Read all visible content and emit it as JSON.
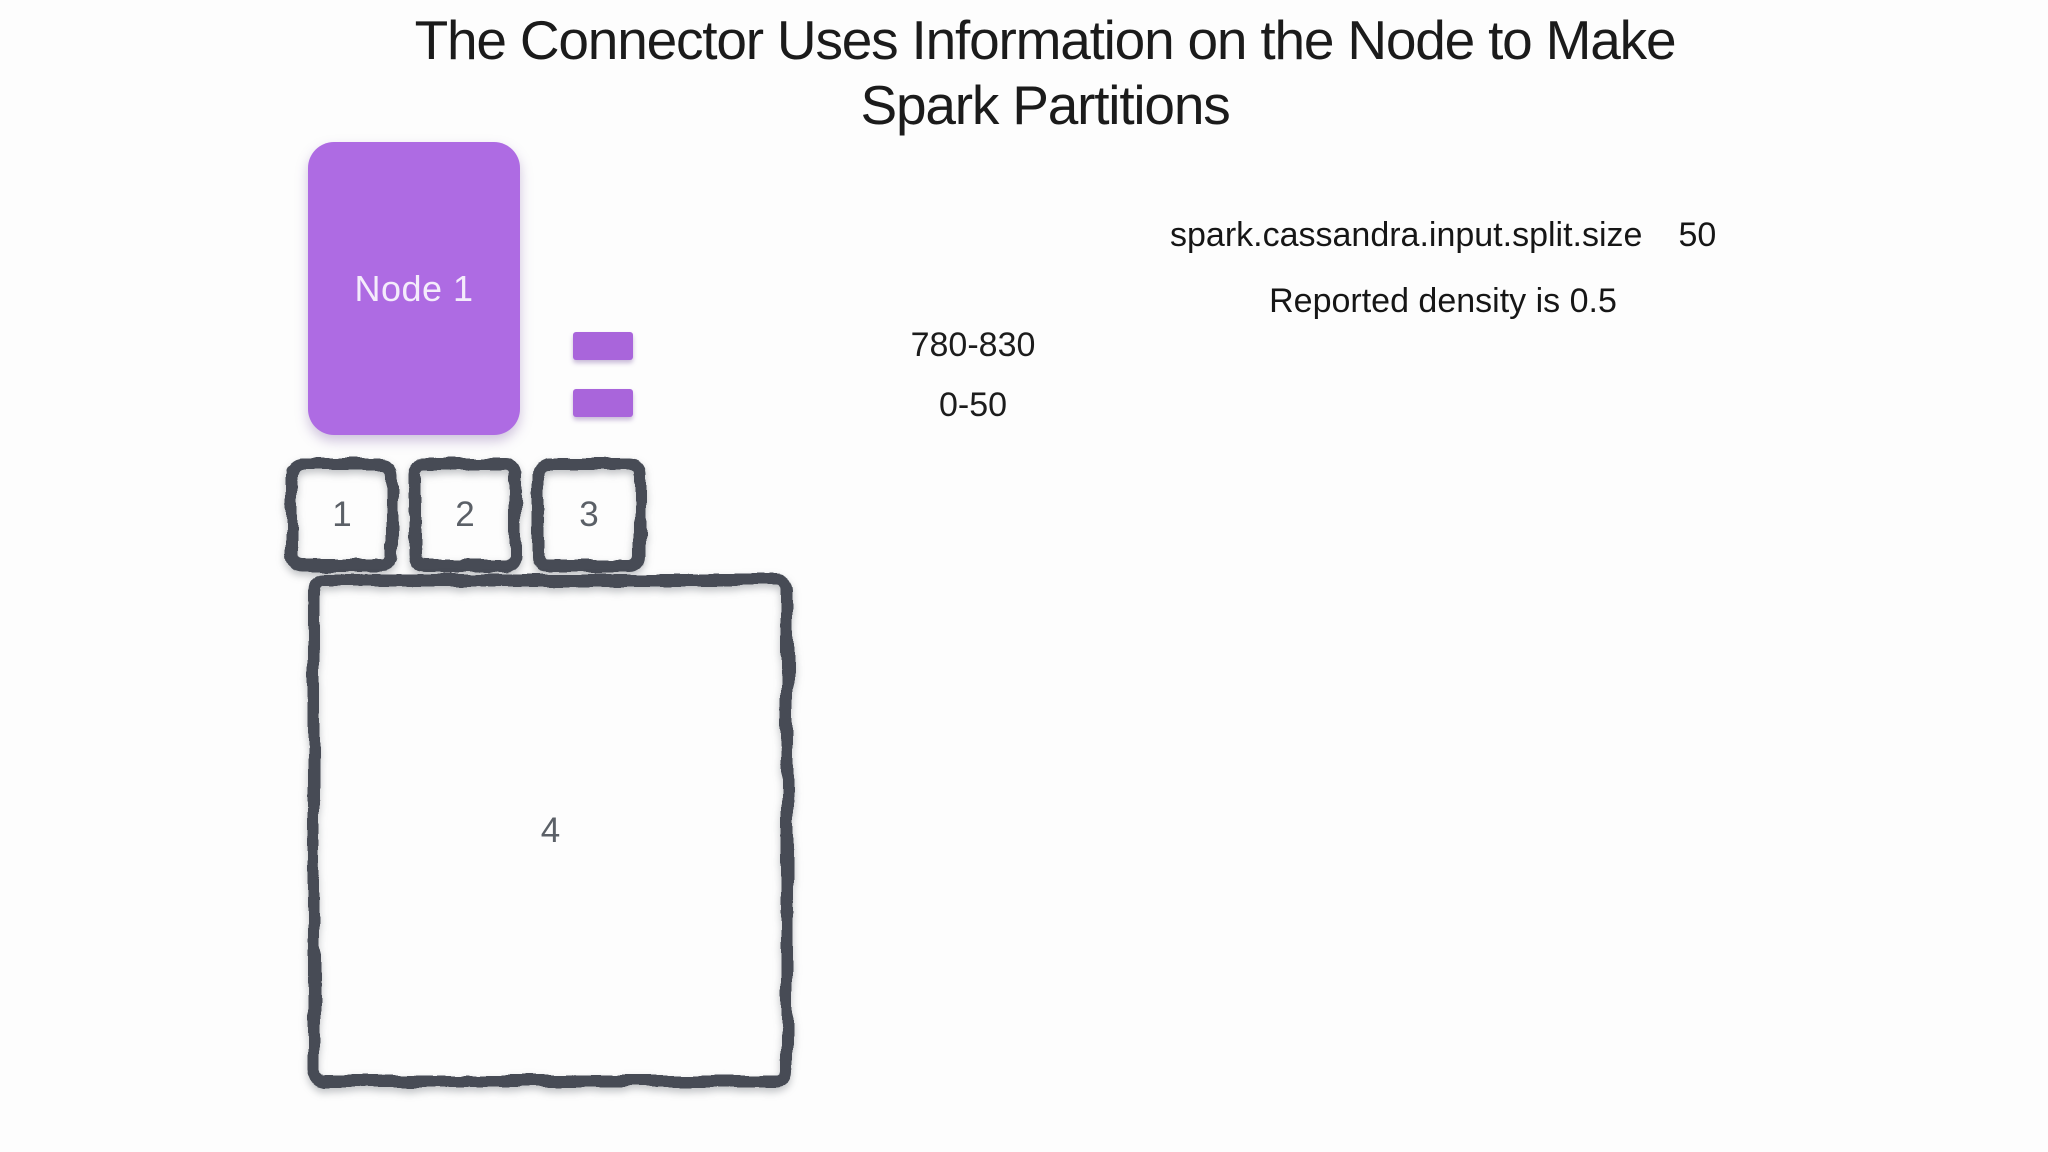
{
  "colors": {
    "background": "#fdfdfd",
    "node_fill": "#AE6BE3",
    "chip_fill": "#A965DB",
    "sketch_border": "#474C55",
    "number_text": "#5B6067",
    "title_text": "#1b1b1b",
    "node_label_text": "#F4ECFB"
  },
  "title": {
    "line1": "The Connector Uses Information on the Node to Make",
    "line2": "Spark Partitions"
  },
  "node": {
    "label": "Node 1"
  },
  "token_splits": [
    {
      "range": "780-830"
    },
    {
      "range": "0-50"
    }
  ],
  "settings": {
    "split_size_key": "spark.cassandra.input.split.size",
    "split_size_value": "50",
    "density_note": "Reported density is 0.5"
  },
  "partitions": [
    {
      "label": "1"
    },
    {
      "label": "2"
    },
    {
      "label": "3"
    },
    {
      "label": "4"
    }
  ]
}
